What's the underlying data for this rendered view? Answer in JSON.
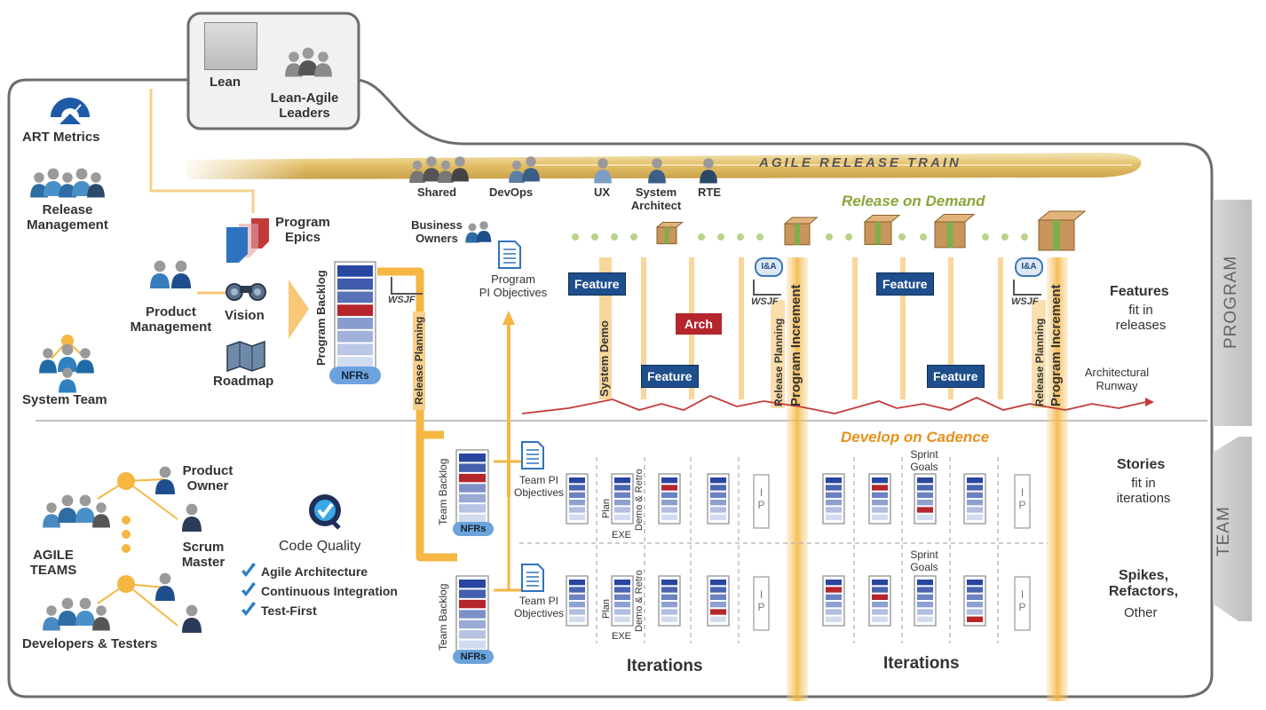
{
  "top_box": {
    "lean": "Lean",
    "lean_agile_leaders": "Lean-Agile\nLeaders"
  },
  "left": {
    "art_metrics": "ART Metrics",
    "release_management": "Release\nManagement",
    "product_management": "Product\nManagement",
    "system_team": "System Team",
    "agile_teams": "AGILE\nTEAMS",
    "developers_testers": "Developers & Testers",
    "product_owner": "Product\nOwner",
    "scrum_master": "Scrum\nMaster"
  },
  "program_epics": "Program\nEpics",
  "vision": "Vision",
  "roadmap": "Roadmap",
  "program_backlog": "Program  Backlog",
  "nfrs": "NFRs",
  "wsjf": "WSJF",
  "release_planning": "Release Planning",
  "business_owners": "Business\nOwners",
  "program_pi_objectives": "Program\nPI Objectives",
  "train": {
    "title": "AGILE RELEASE TRAIN",
    "roles": [
      "Shared",
      "DevOps",
      "UX",
      "System\nArchitect",
      "RTE"
    ]
  },
  "release_on_demand": "Release on Demand",
  "develop_on_cadence": "Develop on Cadence",
  "feature": "Feature",
  "arch": "Arch",
  "system_demo": "System Demo",
  "ia": "I&A",
  "program_increment": "Program Increment",
  "architectural_runway": "Architectural\nRunway",
  "right": {
    "features_title": "Features",
    "features_sub": "fit in\nreleases",
    "stories_title": "Stories",
    "stories_sub": "fit in\niterations",
    "spikes_title": "Spikes,\nRefactors,",
    "spikes_sub": "Other",
    "program_tab": "PROGRAM",
    "team_tab": "TEAM"
  },
  "team_backlog": "Team Backlog",
  "team_pi_objectives": "Team PI\nObjectives",
  "plan": "Plan",
  "demo_retro": "Demo & Retro",
  "exe": "EXE",
  "ip": "I\nP",
  "sprint_goals": "Sprint\nGoals",
  "iterations": "Iterations",
  "code_quality": {
    "title": "Code Quality",
    "items": [
      "Agile Architecture",
      "Continuous Integration",
      "Test-First"
    ]
  },
  "colors": {
    "orange": "#f5b642",
    "navy": "#1f4e8c",
    "red": "#b5252c",
    "green": "#8aa63a",
    "cadence": "#e8901c"
  }
}
